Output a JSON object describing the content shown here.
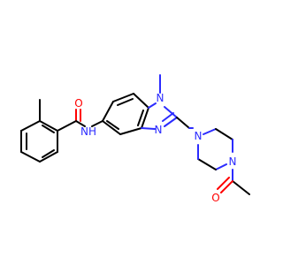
{
  "molecule": {
    "atoms": {
      "amide_o": "O",
      "amide_nh": "NH",
      "ring_n1": "N",
      "ring_n3": "N",
      "pip_n1": "N",
      "pip_n4": "N",
      "acetyl_o": "O"
    },
    "colors": {
      "bond": "#000000",
      "nitrogen": "#2b2bff",
      "oxygen": "#ff0000"
    }
  }
}
